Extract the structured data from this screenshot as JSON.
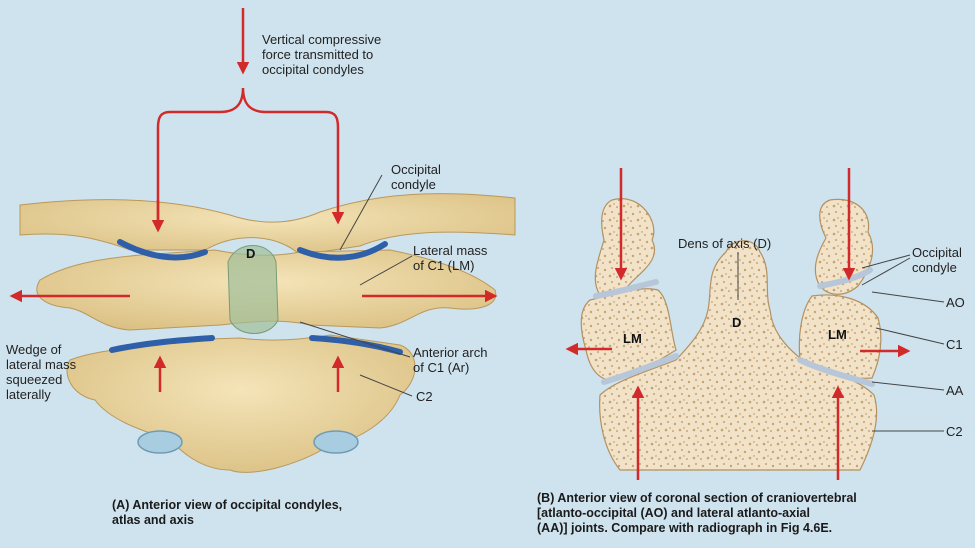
{
  "colors": {
    "background": "#cfe3ee",
    "bone": "#ead6a3",
    "bone_shadow": "#c9ad6e",
    "cartilage": "#2f5fa8",
    "arrow": "#d22a2a",
    "dens_overlay": "#9fbf9a",
    "cancellous": "#f1e2c8"
  },
  "panel_a": {
    "force_label": "Vertical compressive\nforce transmitted to\noccipital condyles",
    "occipital_condyle": "Occipital\ncondyle",
    "lateral_mass": "Lateral mass\nof C1 (LM)",
    "anterior_arch": "Anterior arch\nof C1 (Ar)",
    "c2": "C2",
    "wedge": "Wedge of\nlateral mass\nsqueezed\nlaterally",
    "dens": "D",
    "caption": "(A) Anterior view of occipital condyles,\n      atlas and axis"
  },
  "panel_b": {
    "dens_of_axis": "Dens of axis (D)",
    "occipital_condyle": "Occipital\ncondyle",
    "ao": "AO",
    "c1": "C1",
    "aa": "AA",
    "c2": "C2",
    "lm_left": "LM",
    "lm_right": "LM",
    "dens": "D",
    "caption": "(B) Anterior view of coronal section of craniovertebral\n     [atlanto-occipital (AO) and lateral atlanto-axial\n     (AA)] joints.  Compare with radiograph in Fig 4.6E."
  }
}
